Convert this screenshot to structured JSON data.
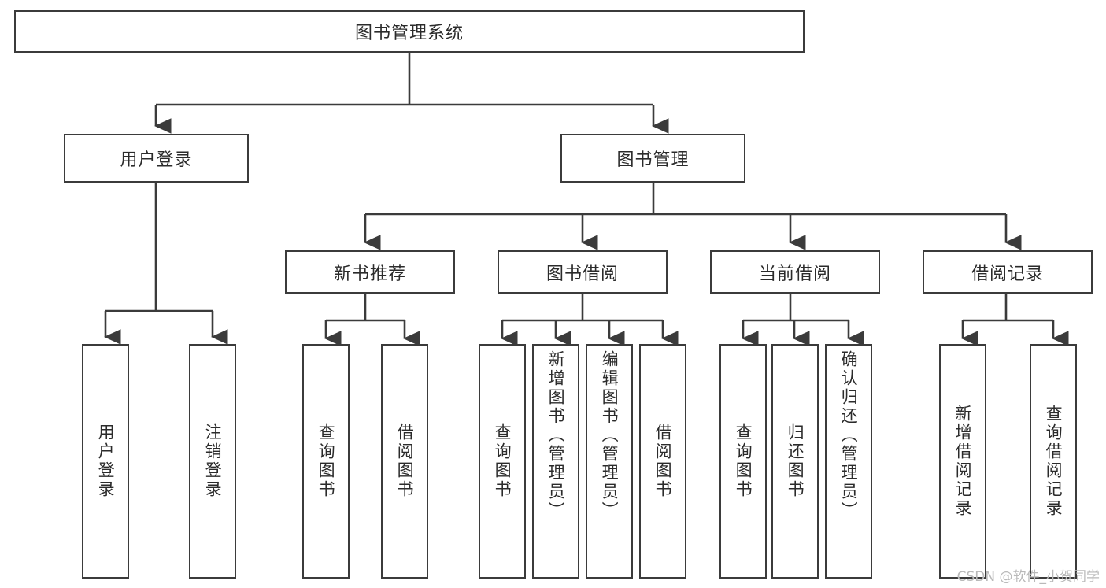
{
  "diagram": {
    "title": "图书管理系统",
    "type": "hierarchy-tree",
    "root": {
      "label": "图书管理系统"
    },
    "level2": [
      {
        "label": "用户登录"
      },
      {
        "label": "图书管理"
      }
    ],
    "level3": [
      {
        "label": "新书推荐"
      },
      {
        "label": "图书借阅"
      },
      {
        "label": "当前借阅"
      },
      {
        "label": "借阅记录"
      }
    ],
    "leaves": {
      "user_login": [
        {
          "label": "用户登录"
        },
        {
          "label": "注销登录"
        }
      ],
      "new_book_recommend": [
        {
          "label": "查询图书"
        },
        {
          "label": "借阅图书"
        }
      ],
      "book_borrow": [
        {
          "label": "查询图书"
        },
        {
          "label": "新增图书（管理员）"
        },
        {
          "label": "编辑图书（管理员）"
        },
        {
          "label": "借阅图书"
        }
      ],
      "current_borrow": [
        {
          "label": "查询图书"
        },
        {
          "label": "归还图书"
        },
        {
          "label": "确认归还（管理员）"
        }
      ],
      "borrow_record": [
        {
          "label": "新增借阅记录"
        },
        {
          "label": "查询借阅记录"
        }
      ]
    },
    "colors": {
      "stroke": "#3b3b3b",
      "fill": "#ffffff",
      "text": "#2b2b2b",
      "watermark": "#b9b9b9"
    }
  },
  "watermark": {
    "text": "CSDN @软件_小贺同学"
  }
}
